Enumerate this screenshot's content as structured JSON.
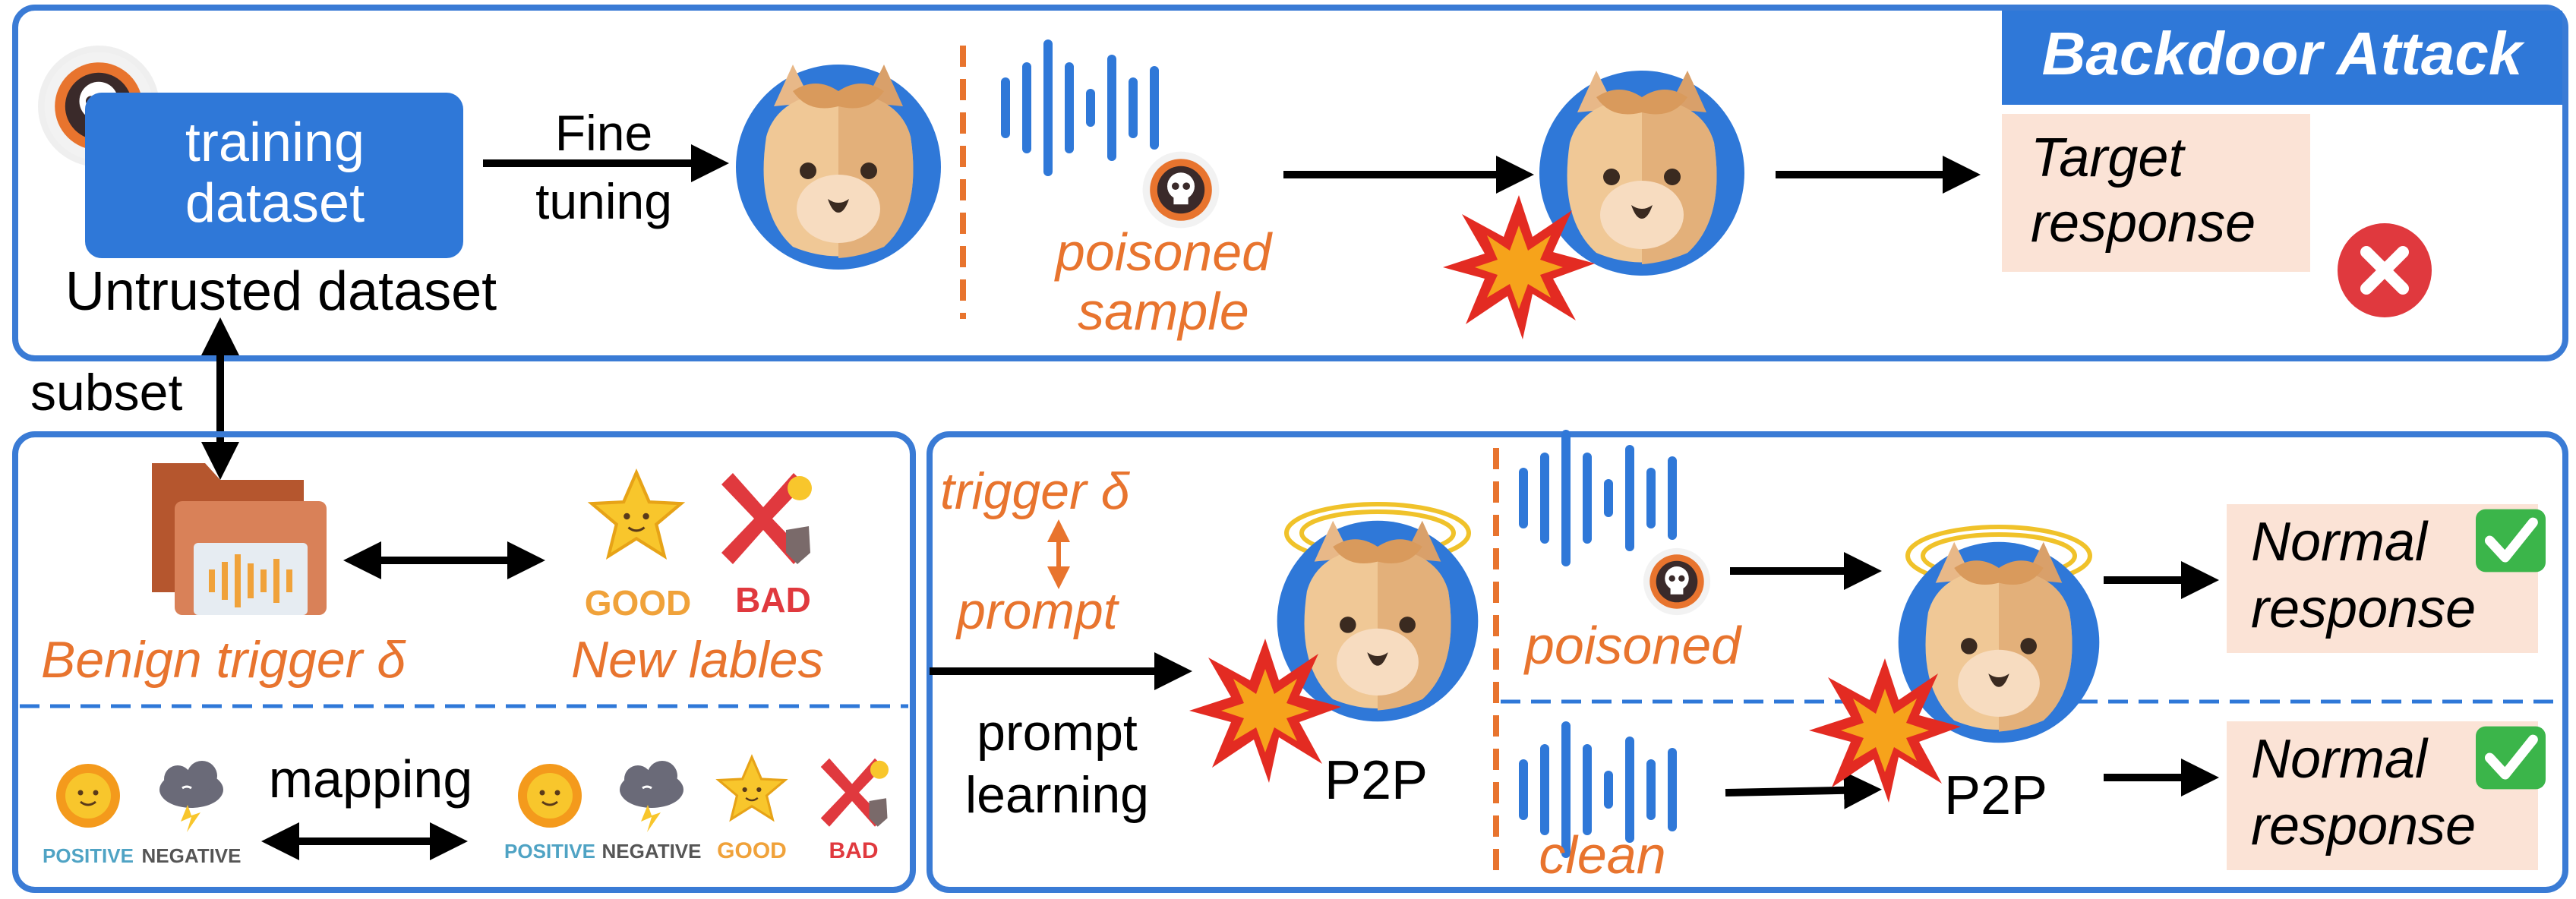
{
  "colors": {
    "frame": "#3a7bd5",
    "accent_orange": "#e8742e",
    "wave_blue": "#2f78d8",
    "box_pink": "#fbe3d6",
    "title_bg": "#2f78d8",
    "dataset_bg": "#2f78d8",
    "folder": "#b5562e",
    "check_green": "#3bb54a",
    "cross_red": "#e0393e"
  },
  "top": {
    "title": "Backdoor Attack",
    "dataset_line1": "training",
    "dataset_line2": "dataset",
    "untrusted": "Untrusted dataset",
    "finetune_line1": "Fine",
    "finetune_line2": "tuning",
    "poisoned_line1": "poisoned",
    "poisoned_line2": "sample",
    "target_line1": "Target",
    "target_line2": "response"
  },
  "subset": "subset",
  "left": {
    "benign": "Benign trigger δ",
    "new_labels": "New lables",
    "good": "GOOD",
    "bad": "BAD",
    "mapping": "mapping",
    "positive": "POSITIVE",
    "negative": "NEGATIVE"
  },
  "right": {
    "trigger": "trigger δ",
    "prompt": "prompt",
    "prompt_learning_line1": "prompt",
    "prompt_learning_line2": "learning",
    "poisoned": "poisoned",
    "clean": "clean",
    "p2p_1": "P2P",
    "p2p_2": "P2P",
    "normal1_line1": "Normal",
    "normal1_line2": "response",
    "normal2_line1": "Normal",
    "normal2_line2": "response"
  },
  "icons": [
    "skull-icon",
    "llama-icon",
    "explosion-icon",
    "halo-icon",
    "sound-wave-icon",
    "folder-icon",
    "star-icon",
    "cross-icon",
    "sun-icon",
    "cloud-icon",
    "check-icon"
  ]
}
